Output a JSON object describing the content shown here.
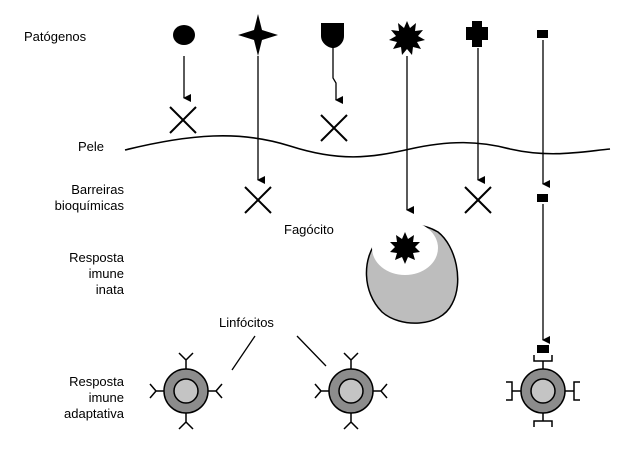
{
  "labels": {
    "patogenos": "Patógenos",
    "pele": "Pele",
    "barreiras_line1": "Barreiras",
    "barreiras_line2": "bioquímicas",
    "resposta_inata_line1": "Resposta",
    "resposta_inata_line2": "imune",
    "resposta_inata_line3": "inata",
    "resposta_adapt_line1": "Resposta",
    "resposta_adapt_line2": "imune",
    "resposta_adapt_line3": "adaptativa",
    "fagocito": "Fagócito",
    "linfocitos": "Linfócitos"
  },
  "pathogens": [
    {
      "shape": "circle",
      "blocked_at": "skin"
    },
    {
      "shape": "four-point-star",
      "blocked_at": "biochemical barriers"
    },
    {
      "shape": "shield",
      "blocked_at": "skin"
    },
    {
      "shape": "starburst",
      "blocked_at": "innate response (phagocyte)"
    },
    {
      "shape": "cross",
      "blocked_at": "biochemical barriers"
    },
    {
      "shape": "small-square",
      "blocked_at": "adaptive response (lymphocyte)"
    }
  ],
  "colors": {
    "ink": "#000000",
    "phagocyte_fill": "#bdbdbd",
    "lymphocyte_outer": "#8c8c8c",
    "lymphocyte_inner": "#c4c4c4"
  }
}
